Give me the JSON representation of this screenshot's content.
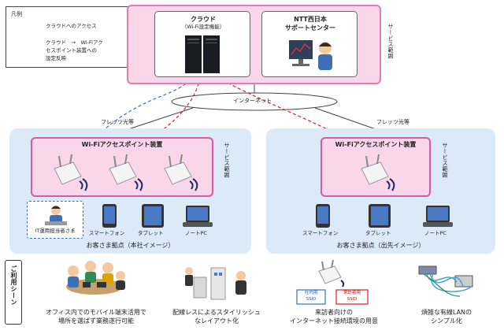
{
  "legend": {
    "title": "凡例",
    "item_access": "クラウドへのアクセス",
    "item_reflect_line1": "クラウド　→　Wi-Fiアク",
    "item_reflect_line2": "セスポイント装置への",
    "item_reflect_line3": "設定反映",
    "color_access": "#3a6fc4",
    "color_reflect": "#d42020"
  },
  "cloud": {
    "title_line1": "クラウド",
    "title_line2": "（Wi-Fi設定機能）",
    "support_line1": "NTT西日本",
    "support_line2": "サポートセンター",
    "service_area": "サービス範囲"
  },
  "internet": {
    "label": "インターネット"
  },
  "flets_left": "フレッツ光等",
  "flets_right": "フレッツ光等",
  "left_base": {
    "ap_title": "Wi-Fiアクセスポイント装置",
    "service_area": "サービス範囲",
    "it_admin": "IT運用担当者さま",
    "device_phone": "スマートフォン",
    "device_tablet": "タブレット",
    "device_pc": "ノートPC",
    "caption": "お客さま拠点（本社イメージ）"
  },
  "right_base": {
    "ap_title": "Wi-Fiアクセスポイント装置",
    "service_area": "サービス範囲",
    "device_phone": "スマートフォン",
    "device_tablet": "タブレット",
    "device_pc": "ノートPC",
    "caption": "お客さま拠点（出先イメージ）"
  },
  "usage": {
    "label": "ご利用シーン",
    "scenes": [
      {
        "line1": "オフィス内でのモバイル端末活用で",
        "line2": "場所を選ばず業務遂行可能"
      },
      {
        "line1": "配線レスによるスタイリッシュ",
        "line2": "なレイアウト化"
      },
      {
        "line1": "来訪者向けの",
        "line2": "インターネット接続環境の用意"
      },
      {
        "line1": "煩雑な有線LANの",
        "line2": "シンプル化"
      }
    ],
    "ssid_internal": "社内用\nSSID",
    "ssid_guest": "来訪者用\nSSID",
    "ssid_internal_l1": "社内用",
    "ssid_internal_l2": "SSID",
    "ssid_guest_l1": "来訪者用",
    "ssid_guest_l2": "SSID"
  }
}
